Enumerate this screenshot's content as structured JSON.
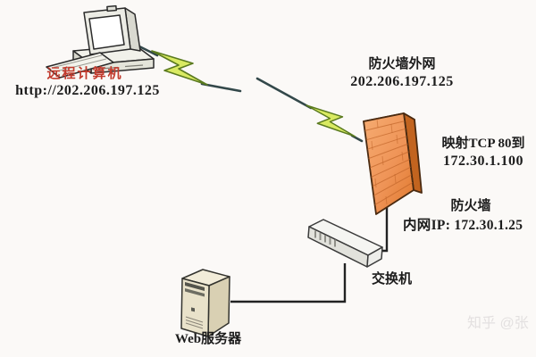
{
  "diagram": {
    "title_implicit": "firewall port-mapping network topology",
    "nodes": {
      "remote_computer": {
        "name": "远程计算机",
        "address": "http://202.206.197.125"
      },
      "firewall": {
        "wan_title": "防火墙外网",
        "wan_ip": "202.206.197.125",
        "nat_rule": {
          "line1": "映射TCP 80到",
          "line2": "172.30.1.100"
        },
        "name": "防火墙",
        "lan_ip": "内网IP: 172.30.1.25"
      },
      "switch": {
        "name": "交换机"
      },
      "web_server": {
        "name": "Web服务器"
      }
    },
    "colors": {
      "label_red": "#c23b2e",
      "text_black": "#1c1c1c",
      "firewall_orange": "#ef9457",
      "firewall_side": "#c2641f",
      "bolt_fill": "#d9ea62",
      "bolt_stroke": "#5a7a1f",
      "wire": "#33484a",
      "watermark_gray": "#e3e0e0"
    }
  },
  "watermark": "知乎 @张"
}
